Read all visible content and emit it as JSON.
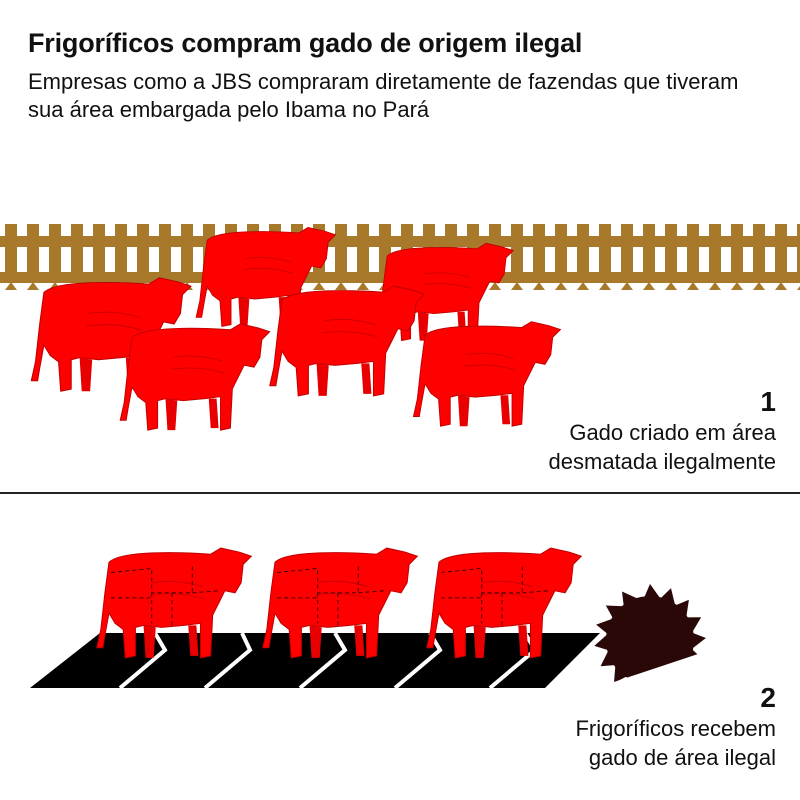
{
  "header": {
    "title": "Frigoríficos compram gado de origem ilegal",
    "subtitle": "Empresas como a JBS compraram diretamente de fazendas que tiveram sua área embargada pelo Ibama no Pará"
  },
  "steps": [
    {
      "number": "1",
      "line1": "Gado criado em área",
      "line2": "desmatada ilegalmente"
    },
    {
      "number": "2",
      "line1": "Frigoríficos recebem",
      "line2": "gado de área ilegal"
    }
  ],
  "colors": {
    "cattle": "#ff0000",
    "fence": "#a8792a",
    "conveyor": "#000000",
    "saw": "#2a0808"
  }
}
